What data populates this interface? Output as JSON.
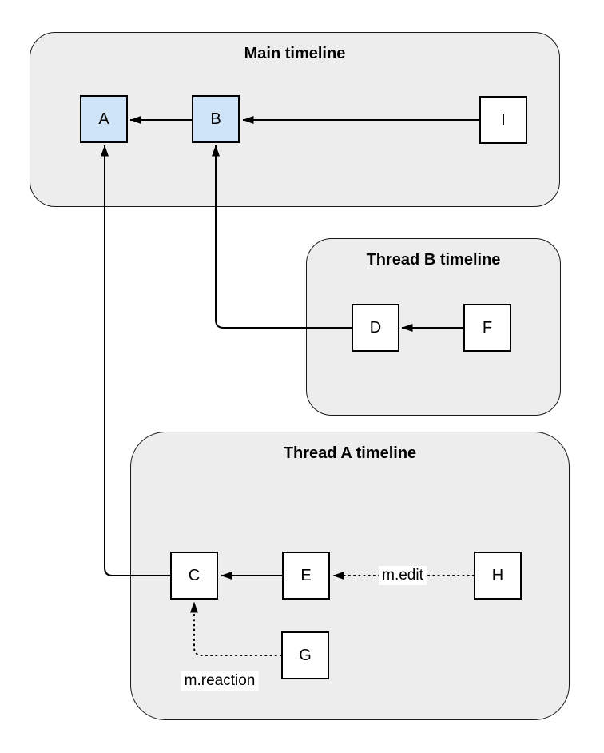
{
  "diagram": {
    "colors": {
      "background": "#ffffff",
      "group_fill": "#ededed",
      "group_border": "#1a1a1a",
      "node_fill": "#ffffff",
      "node_fill_highlight": "#cfe4f7",
      "node_border": "#000000",
      "edge_color": "#000000",
      "label_bg": "#ffffff"
    },
    "groups": [
      {
        "id": "main",
        "title": "Main timeline"
      },
      {
        "id": "threadB",
        "title": "Thread B timeline"
      },
      {
        "id": "threadA",
        "title": "Thread A timeline"
      }
    ],
    "nodes": [
      {
        "id": "A",
        "label": "A",
        "variant": "highlight",
        "group": "main"
      },
      {
        "id": "B",
        "label": "B",
        "variant": "highlight",
        "group": "main"
      },
      {
        "id": "I",
        "label": "I",
        "variant": "plain",
        "group": "main"
      },
      {
        "id": "D",
        "label": "D",
        "variant": "plain",
        "group": "threadB"
      },
      {
        "id": "F",
        "label": "F",
        "variant": "plain",
        "group": "threadB"
      },
      {
        "id": "C",
        "label": "C",
        "variant": "plain",
        "group": "threadA"
      },
      {
        "id": "E",
        "label": "E",
        "variant": "plain",
        "group": "threadA"
      },
      {
        "id": "H",
        "label": "H",
        "variant": "plain",
        "group": "threadA"
      },
      {
        "id": "G",
        "label": "G",
        "variant": "plain",
        "group": "threadA"
      }
    ],
    "edges": [
      {
        "from": "I",
        "to": "B",
        "style": "solid",
        "label": ""
      },
      {
        "from": "B",
        "to": "A",
        "style": "solid",
        "label": ""
      },
      {
        "from": "F",
        "to": "D",
        "style": "solid",
        "label": ""
      },
      {
        "from": "E",
        "to": "C",
        "style": "solid",
        "label": ""
      },
      {
        "from": "D",
        "to": "B",
        "style": "solid",
        "label": ""
      },
      {
        "from": "C",
        "to": "A",
        "style": "solid",
        "label": ""
      },
      {
        "from": "H",
        "to": "E",
        "style": "dotted",
        "label": "m.edit"
      },
      {
        "from": "G",
        "to": "C",
        "style": "dotted",
        "label": "m.reaction"
      }
    ]
  }
}
